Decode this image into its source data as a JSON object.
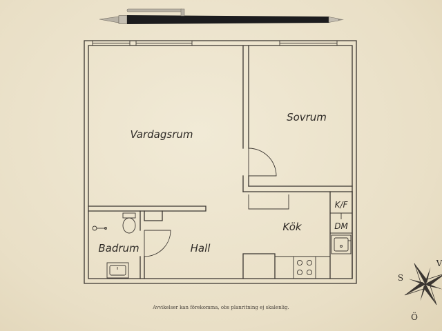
{
  "rooms": {
    "living": "Vardagsrum",
    "bedroom": "Sovrum",
    "bathroom": "Badrum",
    "hall": "Hall",
    "kitchen": "Kök"
  },
  "appliances": {
    "fridge_freezer": "K/F",
    "dishwasher": "DM"
  },
  "compass": {
    "south": "S",
    "west": "V",
    "east": "Ö"
  },
  "footer": {
    "disclaimer": "Avvikelser kan förekomma, obs planritning ej skalenlig."
  },
  "colors": {
    "paper": "#ece3cd",
    "ink": "#3a3530",
    "pen_body": "#1c1c1e",
    "pen_metal": "#b8b2a6"
  }
}
